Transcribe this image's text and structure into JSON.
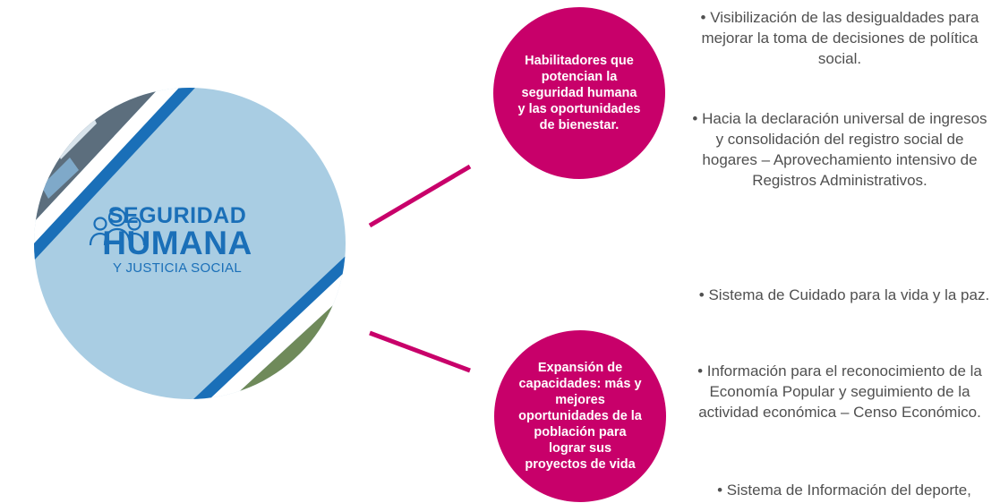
{
  "emblem": {
    "line1": "SEGURIDAD",
    "line2": "HUMANA",
    "line3": "Y JUSTICIA SOCIAL",
    "icon": "people-group-icon"
  },
  "nodes": {
    "top": "Habilitadores que potencian la seguridad humana y las oportunidades de bienestar.",
    "bottom": "Expansión de capacidades: más y mejores oportunidades de la población para lograr sus proyectos de vida"
  },
  "bullets": {
    "b1": "• Visibilización de las desigualdades para mejorar la toma de decisiones de política social.",
    "b2": "• Hacia la declaración universal de ingresos y consolidación del registro social de hogares – Aprovechamiento intensivo de Registros Administrativos.",
    "b3": "• Sistema de Cuidado para la vida y la paz.",
    "b4": "• Información para el reconocimiento de la Economía Popular y seguimiento de la actividad económica – Censo Económico.",
    "b5": "• Sistema de Información del deporte,"
  },
  "colors": {
    "magenta": "#c8006a",
    "brand_blue": "#1a6fb8",
    "circle_bg": "#a9cde3",
    "text_gray": "#505050"
  }
}
